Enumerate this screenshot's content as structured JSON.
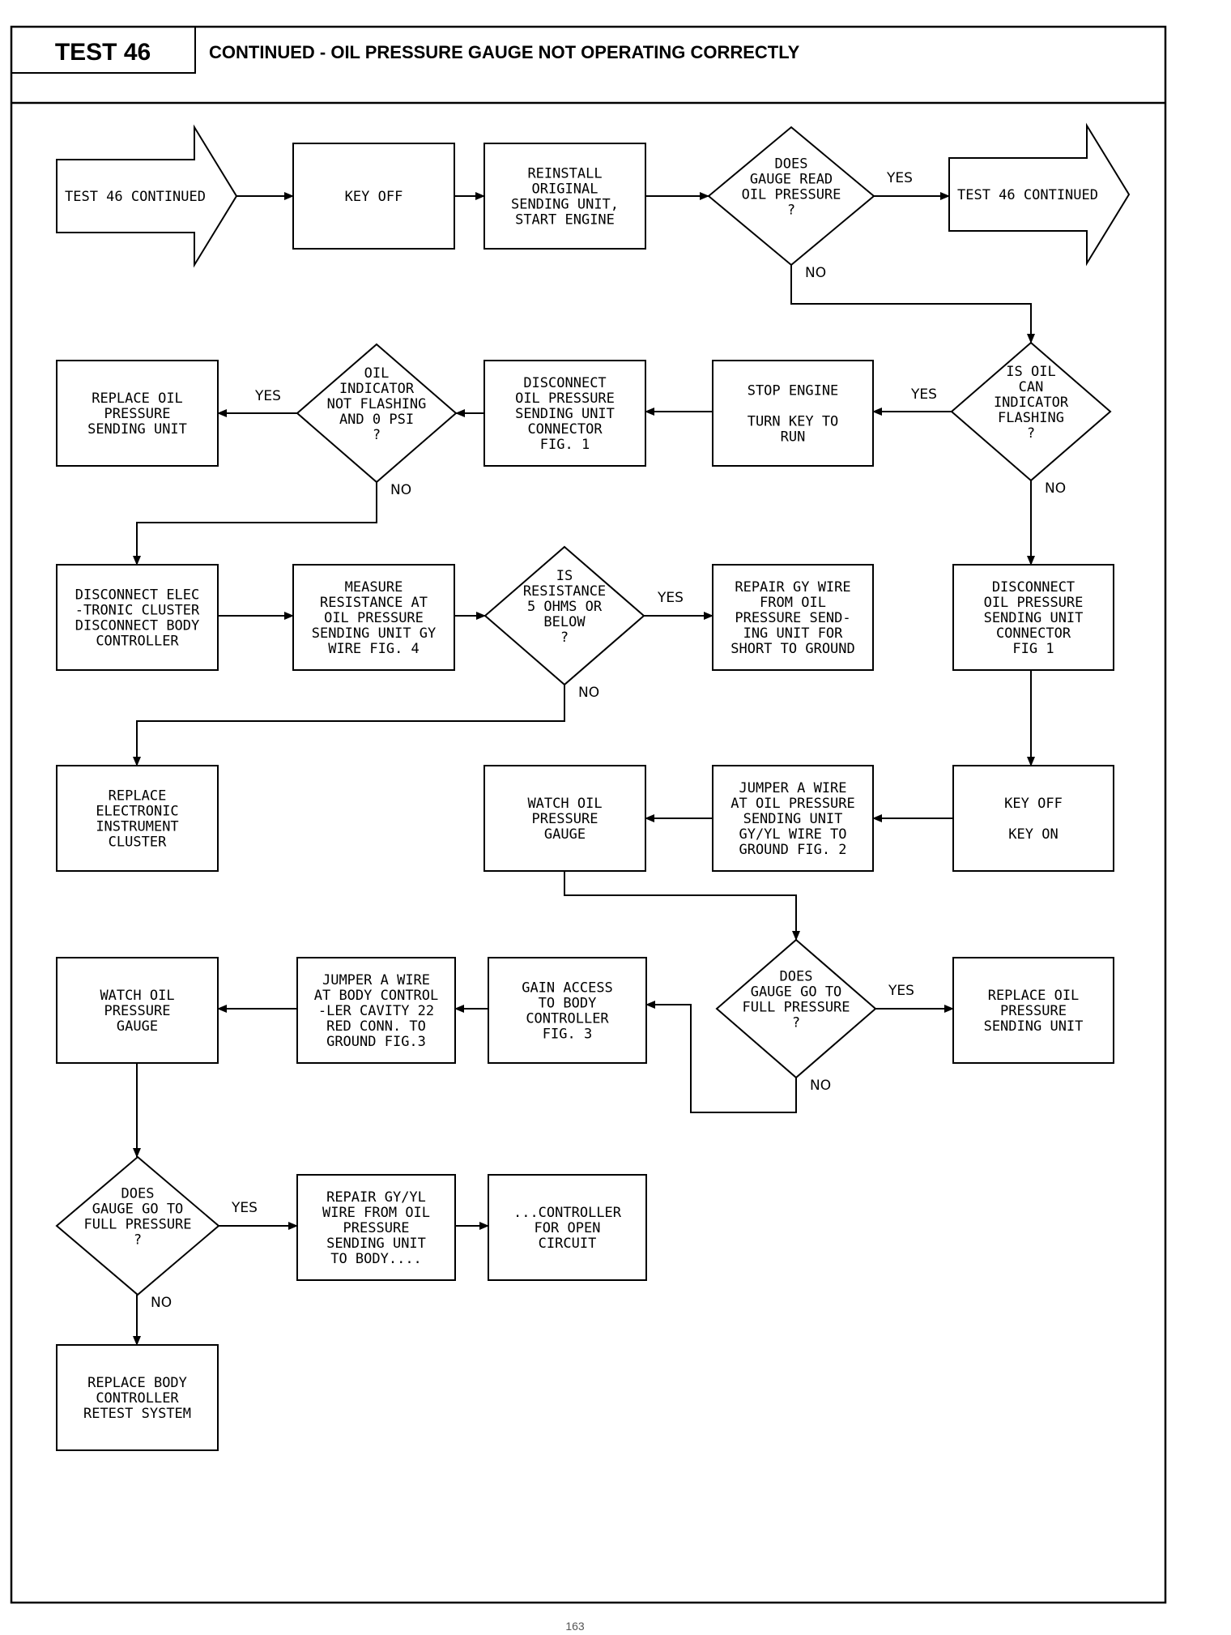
{
  "header": {
    "test_number": "TEST 46",
    "title": "CONTINUED - OIL PRESSURE GAUGE NOT OPERATING CORRECTLY"
  },
  "page_number": "163",
  "nodes": [
    {
      "id": "start",
      "shape": "arrow",
      "lines": [
        "TEST 46 CONTINUED"
      ]
    },
    {
      "id": "key_off_1",
      "shape": "box",
      "lines": [
        "KEY OFF"
      ]
    },
    {
      "id": "reinstall",
      "shape": "box",
      "lines": [
        "REINSTALL",
        "ORIGINAL",
        "SENDING UNIT,",
        "START ENGINE"
      ]
    },
    {
      "id": "q_read",
      "shape": "diamond",
      "lines": [
        "DOES",
        "GAUGE READ",
        "OIL PRESSURE",
        "?"
      ]
    },
    {
      "id": "end_continued",
      "shape": "arrow",
      "lines": [
        "TEST 46 CONTINUED"
      ]
    },
    {
      "id": "q_can",
      "shape": "diamond",
      "lines": [
        "IS OIL",
        "CAN",
        "INDICATOR",
        "FLASHING",
        "?"
      ]
    },
    {
      "id": "stop_engine",
      "shape": "box",
      "lines": [
        "STOP ENGINE",
        "",
        "TURN KEY TO",
        "RUN"
      ]
    },
    {
      "id": "disc_sending_1",
      "shape": "box",
      "lines": [
        "DISCONNECT",
        "OIL PRESSURE",
        "SENDING UNIT",
        "CONNECTOR",
        "FIG. 1"
      ]
    },
    {
      "id": "q_indicator",
      "shape": "diamond",
      "lines": [
        "OIL",
        "INDICATOR",
        "NOT FLASHING",
        "AND 0 PSI",
        "?"
      ]
    },
    {
      "id": "replace_sending_1",
      "shape": "box",
      "lines": [
        "REPLACE OIL",
        "PRESSURE",
        "SENDING UNIT"
      ]
    },
    {
      "id": "disc_cluster",
      "shape": "box",
      "lines": [
        "DISCONNECT ELEC",
        "-TRONIC CLUSTER",
        "DISCONNECT BODY",
        "CONTROLLER"
      ]
    },
    {
      "id": "measure",
      "shape": "box",
      "lines": [
        "MEASURE",
        "RESISTANCE AT",
        "OIL PRESSURE",
        "SENDING UNIT GY",
        "WIRE FIG. 4"
      ]
    },
    {
      "id": "q_resistance",
      "shape": "diamond",
      "lines": [
        "IS",
        "RESISTANCE",
        "5 OHMS OR",
        "BELOW",
        "?"
      ]
    },
    {
      "id": "repair_gy",
      "shape": "box",
      "lines": [
        "REPAIR GY WIRE",
        "FROM OIL",
        "PRESSURE SEND-",
        "ING UNIT FOR",
        "SHORT TO GROUND"
      ]
    },
    {
      "id": "disc_sending_2",
      "shape": "box",
      "lines": [
        "DISCONNECT",
        "OIL PRESSURE",
        "SENDING UNIT",
        "CONNECTOR",
        "FIG 1"
      ]
    },
    {
      "id": "replace_cluster",
      "shape": "box",
      "lines": [
        "REPLACE",
        "ELECTRONIC",
        "INSTRUMENT",
        "CLUSTER"
      ]
    },
    {
      "id": "watch_1",
      "shape": "box",
      "lines": [
        "WATCH OIL",
        "PRESSURE",
        "GAUGE"
      ]
    },
    {
      "id": "jumper_1",
      "shape": "box",
      "lines": [
        "JUMPER A WIRE",
        "AT OIL PRESSURE",
        "SENDING UNIT",
        "GY/YL WIRE TO",
        "GROUND FIG. 2"
      ]
    },
    {
      "id": "key_off_on",
      "shape": "box",
      "lines": [
        "KEY OFF",
        "",
        "KEY ON"
      ]
    },
    {
      "id": "watch_2",
      "shape": "box",
      "lines": [
        "WATCH OIL",
        "PRESSURE",
        "GAUGE"
      ]
    },
    {
      "id": "jumper_2",
      "shape": "box",
      "lines": [
        "JUMPER A WIRE",
        "AT BODY CONTROL",
        "-LER CAVITY 22",
        "RED CONN. TO",
        "GROUND FIG.3"
      ]
    },
    {
      "id": "gain_access",
      "shape": "box",
      "lines": [
        "GAIN ACCESS",
        "TO BODY",
        "CONTROLLER",
        "FIG. 3"
      ]
    },
    {
      "id": "q_full_1",
      "shape": "diamond",
      "lines": [
        "DOES",
        "GAUGE GO TO",
        "FULL PRESSURE",
        "?"
      ]
    },
    {
      "id": "replace_sending_2",
      "shape": "box",
      "lines": [
        "REPLACE OIL",
        "PRESSURE",
        "SENDING UNIT"
      ]
    },
    {
      "id": "q_full_2",
      "shape": "diamond",
      "lines": [
        "DOES",
        "GAUGE GO TO",
        "FULL PRESSURE",
        "?"
      ]
    },
    {
      "id": "repair_gyyl",
      "shape": "box",
      "lines": [
        "REPAIR GY/YL",
        "WIRE FROM OIL",
        "PRESSURE",
        "SENDING UNIT",
        "TO BODY...."
      ]
    },
    {
      "id": "controller_open",
      "shape": "box",
      "lines": [
        "...CONTROLLER",
        "FOR OPEN",
        "CIRCUIT"
      ]
    },
    {
      "id": "replace_body",
      "shape": "box",
      "lines": [
        "REPLACE BODY",
        "CONTROLLER",
        "RETEST SYSTEM"
      ]
    }
  ],
  "edges": [
    {
      "from": "start",
      "to": "key_off_1",
      "label": ""
    },
    {
      "from": "key_off_1",
      "to": "reinstall",
      "label": ""
    },
    {
      "from": "reinstall",
      "to": "q_read",
      "label": ""
    },
    {
      "from": "q_read",
      "to": "end_continued",
      "label": "YES"
    },
    {
      "from": "q_read",
      "to": "q_can",
      "label": "NO"
    },
    {
      "from": "q_can",
      "to": "stop_engine",
      "label": "YES"
    },
    {
      "from": "q_can",
      "to": "disc_sending_2",
      "label": "NO"
    },
    {
      "from": "stop_engine",
      "to": "disc_sending_1",
      "label": ""
    },
    {
      "from": "disc_sending_1",
      "to": "q_indicator",
      "label": ""
    },
    {
      "from": "q_indicator",
      "to": "replace_sending_1",
      "label": "YES"
    },
    {
      "from": "q_indicator",
      "to": "disc_cluster",
      "label": "NO"
    },
    {
      "from": "disc_cluster",
      "to": "measure",
      "label": ""
    },
    {
      "from": "measure",
      "to": "q_resistance",
      "label": ""
    },
    {
      "from": "q_resistance",
      "to": "repair_gy",
      "label": "YES"
    },
    {
      "from": "q_resistance",
      "to": "replace_cluster",
      "label": "NO"
    },
    {
      "from": "disc_sending_2",
      "to": "key_off_on",
      "label": ""
    },
    {
      "from": "key_off_on",
      "to": "jumper_1",
      "label": ""
    },
    {
      "from": "jumper_1",
      "to": "watch_1",
      "label": ""
    },
    {
      "from": "watch_1",
      "to": "q_full_1",
      "label": ""
    },
    {
      "from": "q_full_1",
      "to": "replace_sending_2",
      "label": "YES"
    },
    {
      "from": "q_full_1",
      "to": "gain_access",
      "label": "NO"
    },
    {
      "from": "gain_access",
      "to": "jumper_2",
      "label": ""
    },
    {
      "from": "jumper_2",
      "to": "watch_2",
      "label": ""
    },
    {
      "from": "watch_2",
      "to": "q_full_2",
      "label": ""
    },
    {
      "from": "q_full_2",
      "to": "repair_gyyl",
      "label": "YES"
    },
    {
      "from": "q_full_2",
      "to": "replace_body",
      "label": "NO"
    },
    {
      "from": "repair_gyyl",
      "to": "controller_open",
      "label": ""
    }
  ]
}
